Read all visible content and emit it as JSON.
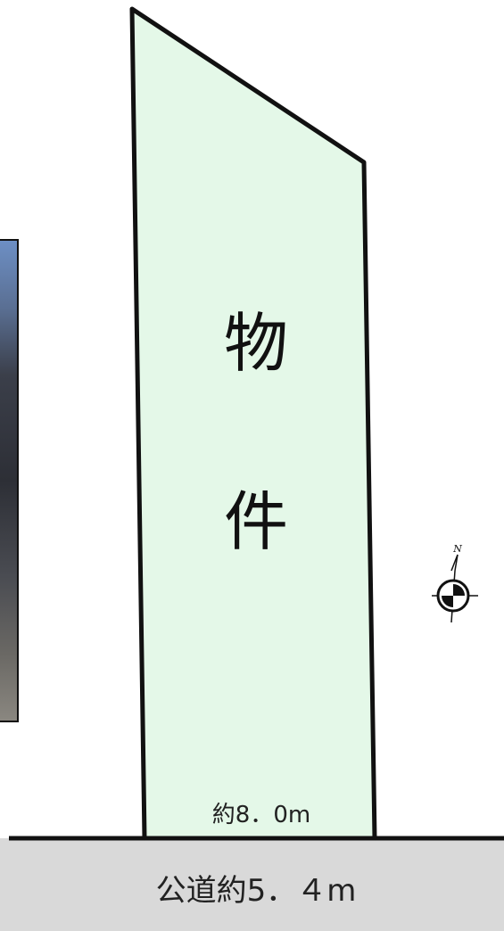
{
  "property": {
    "label_top": "物",
    "label_bottom": "件",
    "fill_color": "#e4f8e8",
    "frontage_label": "約8．0m"
  },
  "road": {
    "label": "公道約5．４m",
    "fill_color": "#d9d9d9"
  },
  "compass": {
    "north_label": "N"
  }
}
